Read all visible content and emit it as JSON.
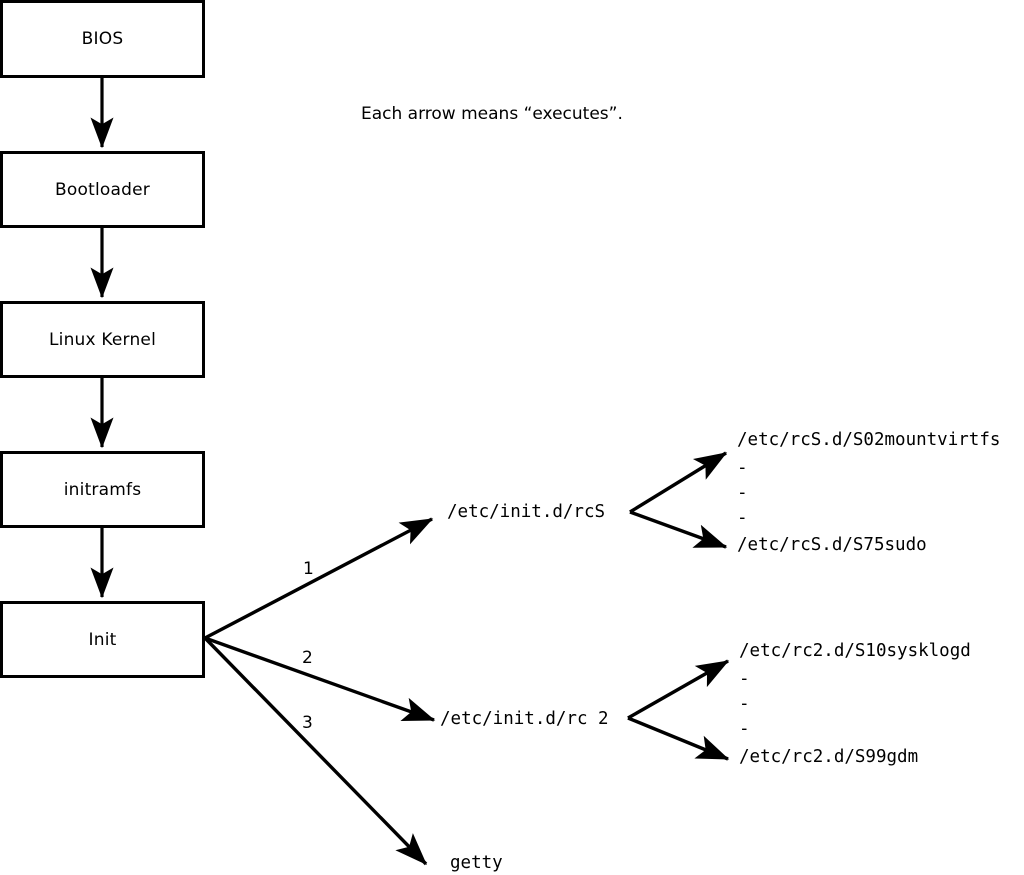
{
  "diagram": {
    "caption": "Each arrow means “executes”.",
    "boot_chain": [
      {
        "id": "bios",
        "label": "BIOS"
      },
      {
        "id": "bootloader",
        "label": "Bootloader"
      },
      {
        "id": "kernel",
        "label": "Linux Kernel"
      },
      {
        "id": "initramfs",
        "label": "initramfs"
      },
      {
        "id": "init",
        "label": "Init"
      }
    ],
    "init_branches": [
      {
        "number": "1",
        "target": "/etc/init.d/rcS"
      },
      {
        "number": "2",
        "target": "/etc/init.d/rc 2"
      },
      {
        "number": "3",
        "target": "getty"
      }
    ],
    "rcs_scripts": {
      "first": "/etc/rcS.d/S02mountvirtfs",
      "ellipsis": [
        "-",
        "-",
        "-"
      ],
      "last": "/etc/rcS.d/S75sudo"
    },
    "rc2_scripts": {
      "first": "/etc/rc2.d/S10sysklogd",
      "ellipsis": [
        "-",
        "-",
        "-"
      ],
      "last": "/etc/rc2.d/S99gdm"
    },
    "colors": {
      "stroke": "#000000",
      "fill": "#ffffff",
      "background": "#ffffff"
    }
  }
}
